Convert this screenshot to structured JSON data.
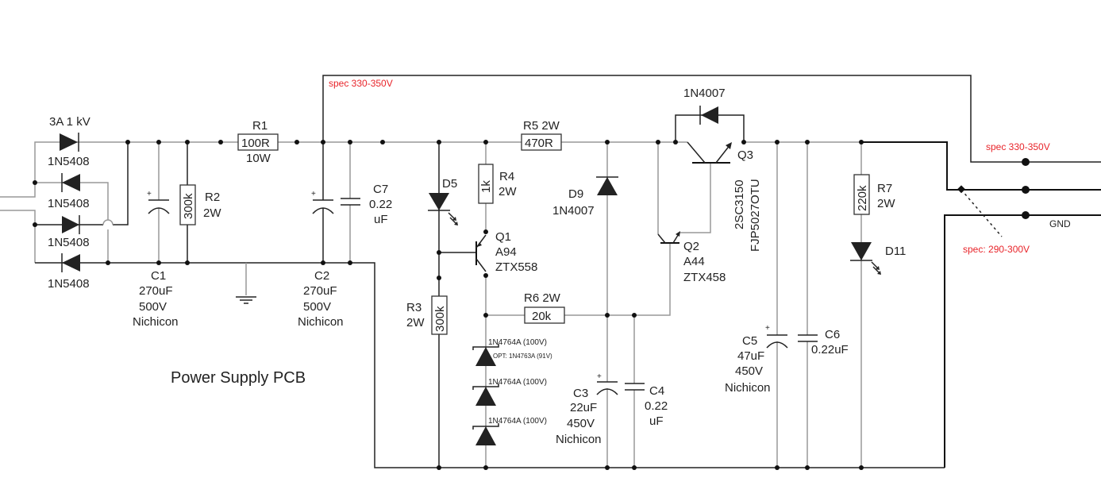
{
  "title": "Power Supply PCB",
  "annotations": {
    "spec_top": "spec 330-350V",
    "spec_right": "spec 330-350V",
    "spec_mid": "spec: 290-300V",
    "gnd": "GND"
  },
  "bridge": {
    "rating": "3A 1 kV",
    "diodes": [
      "1N5408",
      "1N5408",
      "1N5408",
      "1N5408"
    ]
  },
  "R1": {
    "name": "R1",
    "value": "100R",
    "power": "10W"
  },
  "R2": {
    "name": "R2",
    "value": "300k",
    "power": "2W"
  },
  "C1": {
    "name": "C1",
    "value": "270uF",
    "voltage": "500V",
    "brand": "Nichicon"
  },
  "C2": {
    "name": "C2",
    "value": "270uF",
    "voltage": "500V",
    "brand": "Nichicon"
  },
  "C7": {
    "name": "C7",
    "value": "0.22",
    "unit": "uF"
  },
  "D5": {
    "name": "D5"
  },
  "R3": {
    "name": "R3",
    "value": "300k",
    "power": "2W"
  },
  "R4": {
    "name": "R4",
    "value": "1k",
    "power": "2W"
  },
  "Q1": {
    "name": "Q1",
    "part1": "A94",
    "part2": "ZTX558"
  },
  "R5": {
    "name": "R5 2W",
    "value": "470R"
  },
  "R6": {
    "name": "R6 2W",
    "value": "20k"
  },
  "zeners": [
    {
      "part": "1N4764A (100V)",
      "note": "OPT: 1N4763A (91V)"
    },
    {
      "part": "1N4764A (100V)"
    },
    {
      "part": "1N4764A (100V)"
    }
  ],
  "D9": {
    "name": "D9",
    "part": "1N4007"
  },
  "C3": {
    "name": "C3",
    "value": "22uF",
    "voltage": "450V",
    "brand": "Nichicon"
  },
  "C4": {
    "name": "C4",
    "value": "0.22",
    "unit": "uF"
  },
  "D_bypass": {
    "part": "1N4007"
  },
  "Q2": {
    "name": "Q2",
    "part1": "A44",
    "part2": "ZTX458"
  },
  "Q3": {
    "name": "Q3",
    "part1": "2SC3150",
    "part2": "FJP5027OTU"
  },
  "C5": {
    "name": "C5",
    "value": "47uF",
    "voltage": "450V",
    "brand": "Nichicon"
  },
  "C6": {
    "name": "C6",
    "value": "0.22uF"
  },
  "R7": {
    "name": "R7",
    "value": "220k",
    "power": "2W"
  },
  "D11": {
    "name": "D11"
  },
  "plus": "+"
}
